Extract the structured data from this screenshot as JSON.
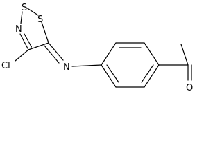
{
  "structure": {
    "atoms": {
      "s1": "S",
      "s2": "S",
      "n_ring": "N",
      "n_imine": "N",
      "cl": "Cl",
      "o": "O"
    },
    "colors": {
      "bond": "#000000",
      "label": "#000000",
      "background": "#ffffff"
    }
  }
}
